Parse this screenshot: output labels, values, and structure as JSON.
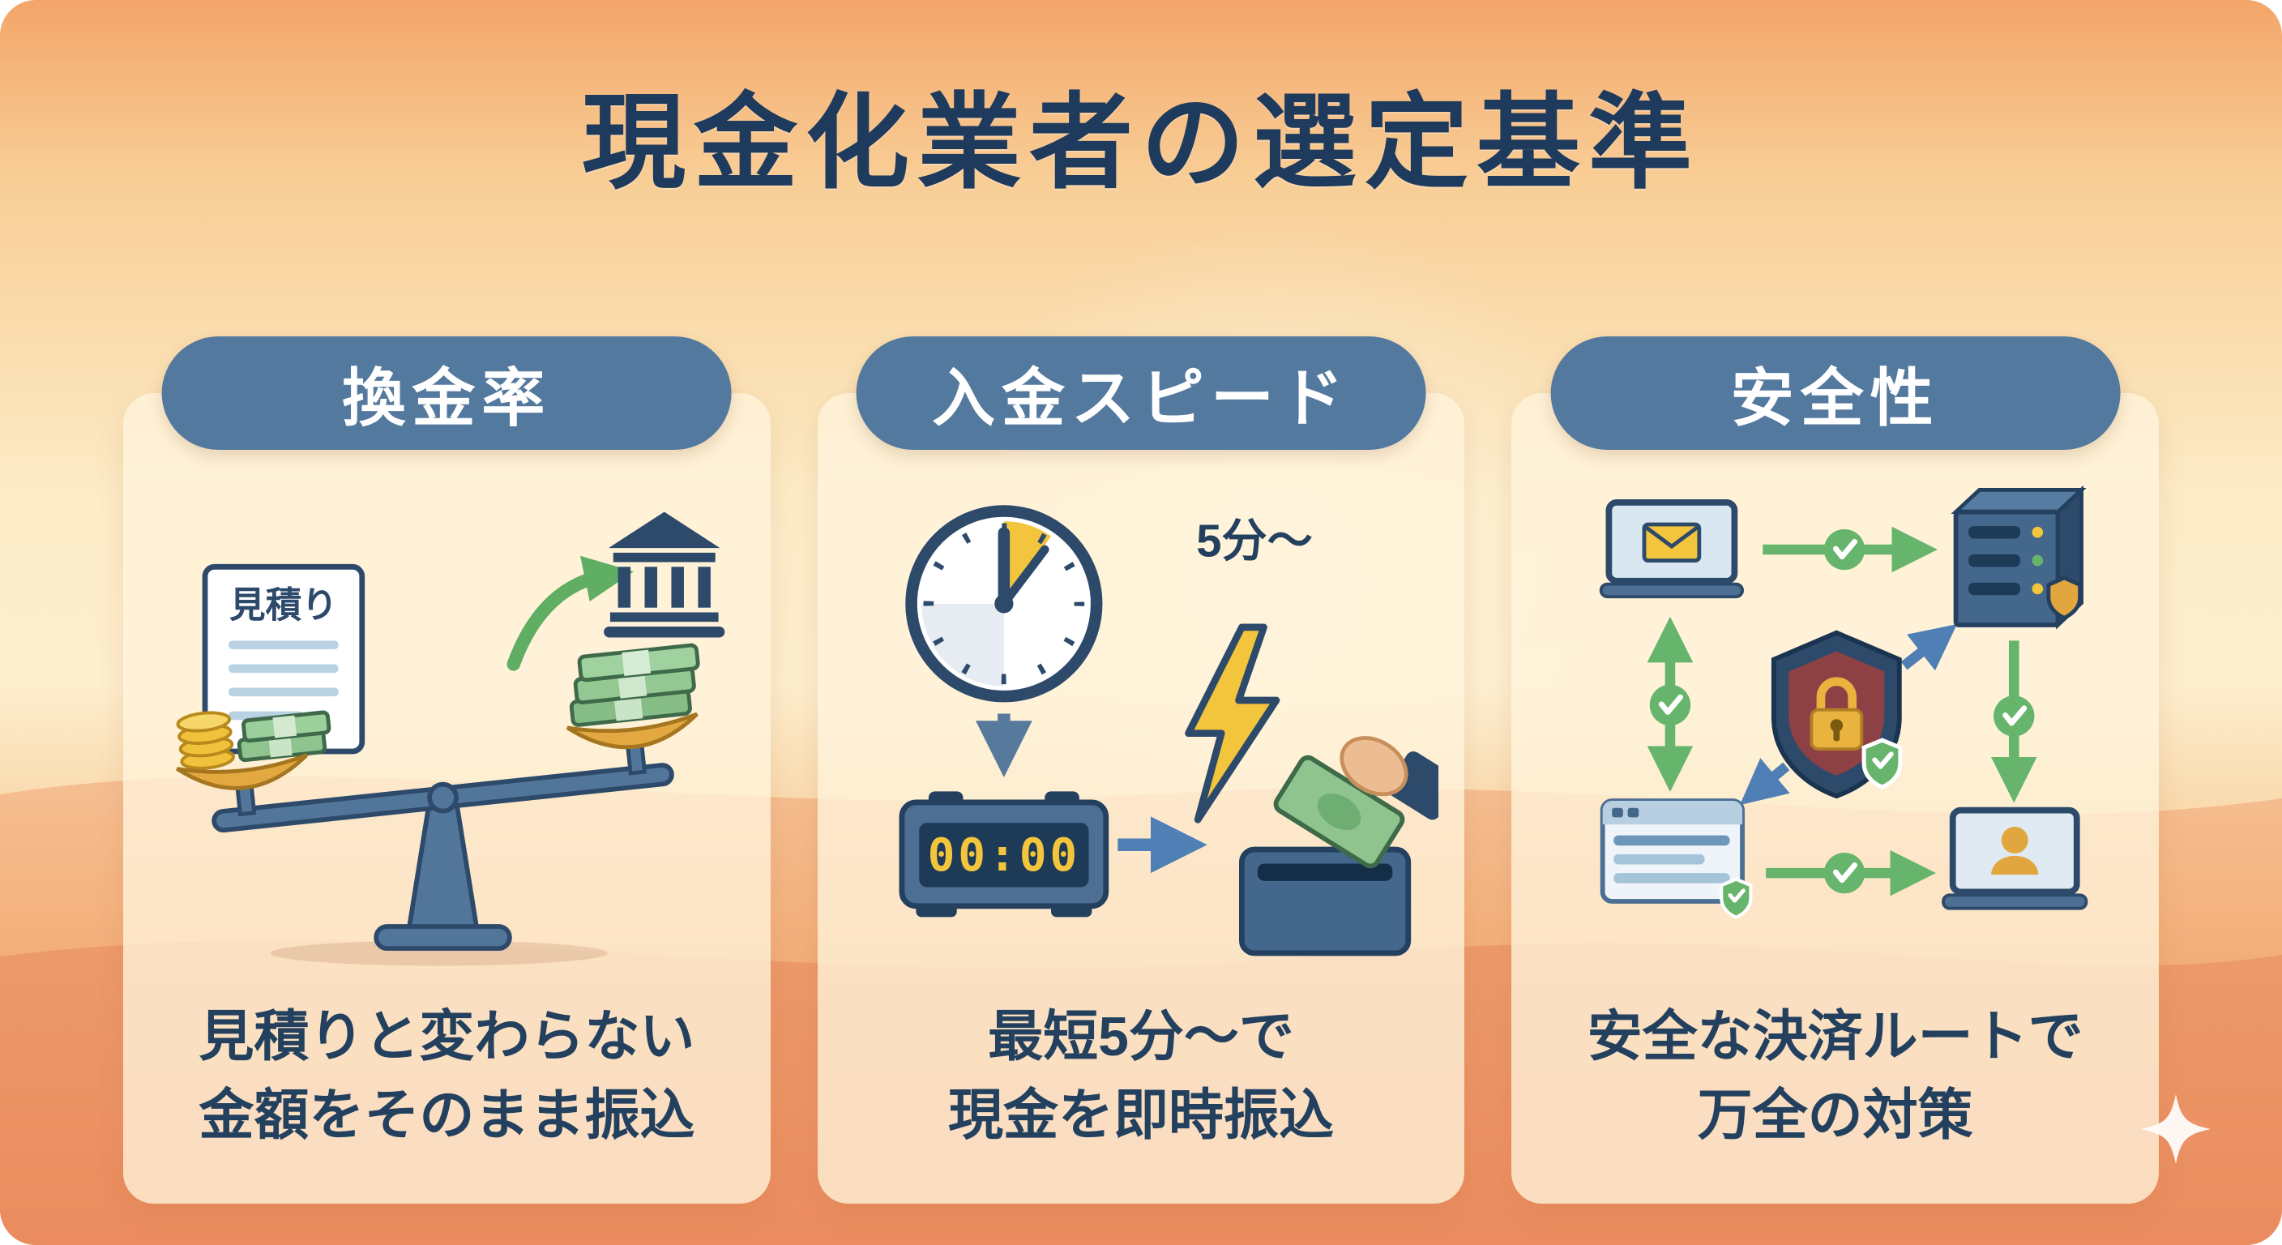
{
  "page": {
    "title": "現金化業者の選定基準"
  },
  "cards": [
    {
      "header": "換金率",
      "caption_line1": "見積りと変わらない",
      "caption_line2": "金額をそのまま振込",
      "icon": "balance-scale-money-bank-illustration",
      "labels": {
        "document": "見積り"
      }
    },
    {
      "header": "入金スピード",
      "caption_line1": "最短5分〜で",
      "caption_line2": "現金を即時振込",
      "icon": "clock-timer-cash-deposit-illustration",
      "labels": {
        "time_note": "5分〜",
        "timer_display": "00:00"
      }
    },
    {
      "header": "安全性",
      "caption_line1": "安全な決済ルートで",
      "caption_line2": "万全の対策",
      "icon": "secure-network-shield-illustration"
    }
  ],
  "icons": {
    "sparkle": "four-point-star"
  },
  "colors": {
    "title_text": "#1e3a5c",
    "pill_bg": "#54799f",
    "pill_text": "#ffffff",
    "caption_text": "#23415f",
    "bg_top": "#f3a569",
    "bg_mid": "#fcecc7",
    "bg_bottom": "#ec8d60",
    "accent_navy": "#2d4a6b",
    "accent_slate": "#4c6f93",
    "accent_green": "#67b56c",
    "accent_yellow": "#f3c53d",
    "accent_blue": "#4f7fb5",
    "money_green": "#8fc48f"
  }
}
